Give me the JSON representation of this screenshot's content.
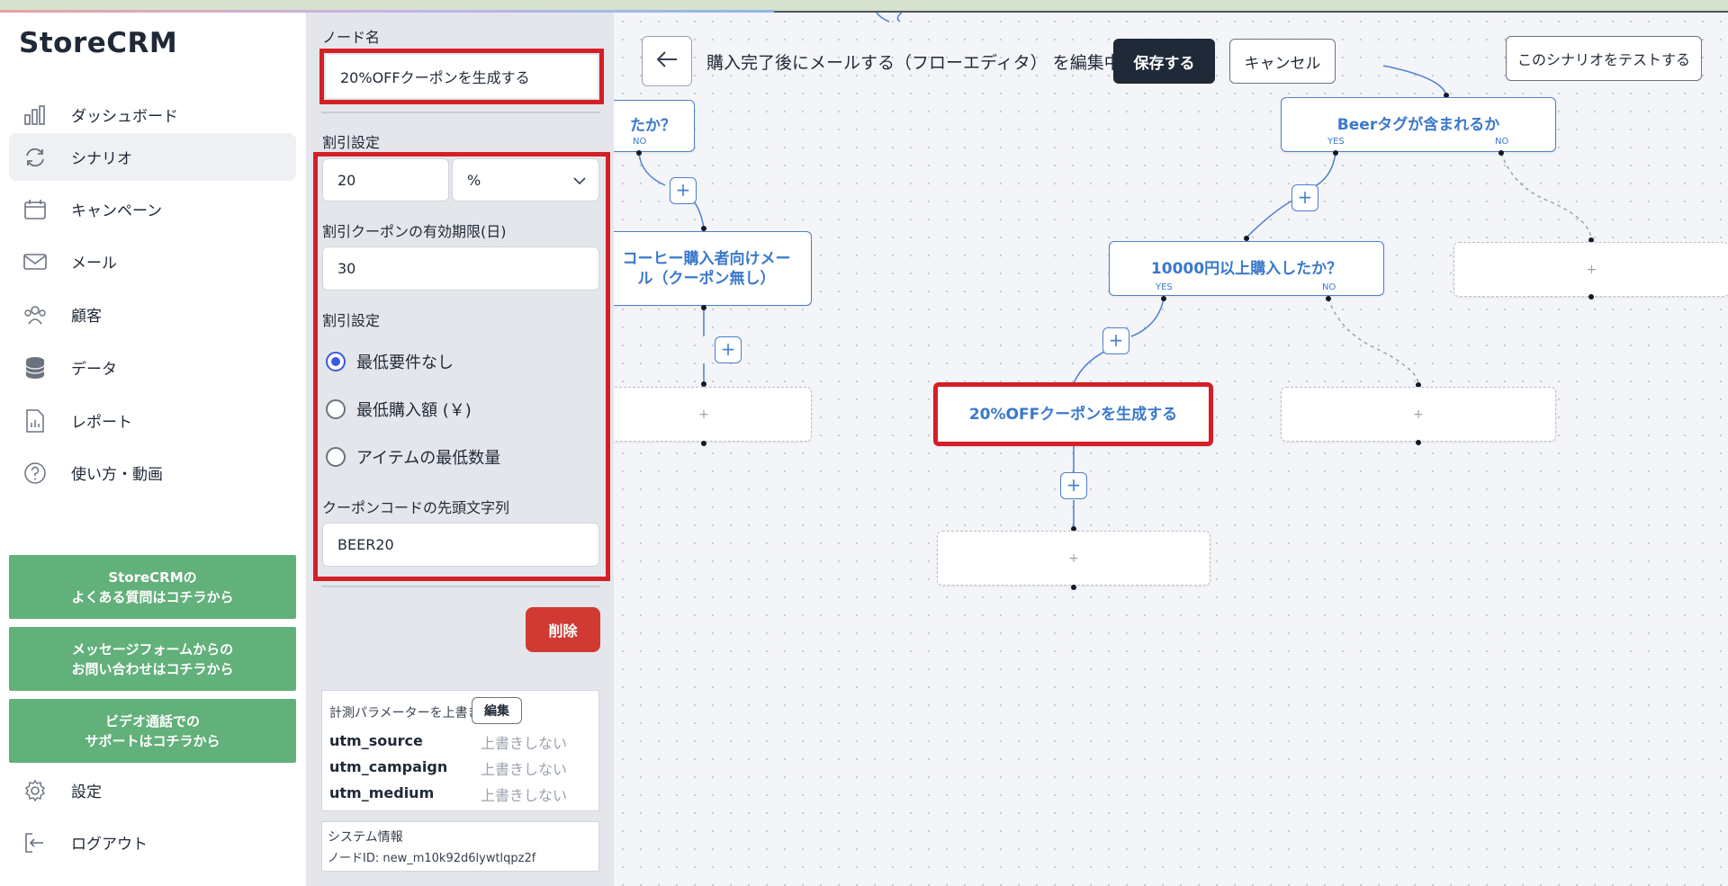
{
  "app": {
    "logo": "StoreCRM"
  },
  "sidebar": {
    "items": [
      {
        "label": "ダッシュボード",
        "icon": "chart-bars-icon"
      },
      {
        "label": "シナリオ",
        "icon": "refresh-cycle-icon",
        "active": true
      },
      {
        "label": "キャンペーン",
        "icon": "calendar-icon"
      },
      {
        "label": "メール",
        "icon": "mail-icon"
      },
      {
        "label": "顧客",
        "icon": "users-icon"
      },
      {
        "label": "データ",
        "icon": "database-icon"
      },
      {
        "label": "レポート",
        "icon": "report-doc-icon"
      },
      {
        "label": "使い方・動画",
        "icon": "help-circle-icon"
      }
    ],
    "help_buttons": [
      {
        "line1": "StoreCRMの",
        "line2": "よくある質問はコチラから"
      },
      {
        "line1": "メッセージフォームからの",
        "line2": "お問い合わせはコチラから"
      },
      {
        "line1": "ビデオ通話での",
        "line2": "サポートはコチラから"
      }
    ],
    "settings_label": "設定",
    "logout_label": "ログアウト"
  },
  "panel": {
    "node_name_label": "ノード名",
    "node_name_value": "20%OFFクーポンを生成する",
    "discount_label": "割引設定",
    "discount_value": "20",
    "discount_unit": "%",
    "expiry_label": "割引クーポンの有効期限(日)",
    "expiry_value": "30",
    "condition_label": "割引設定",
    "conditions": [
      {
        "label": "最低要件なし",
        "checked": true
      },
      {
        "label": "最低購入額 (￥)",
        "checked": false
      },
      {
        "label": "アイテムの最低数量",
        "checked": false
      }
    ],
    "prefix_label": "クーポンコードの先頭文字列",
    "prefix_value": "BEER20",
    "delete_label": "削除",
    "tracking": {
      "title": "計測パラメーターを上書き",
      "edit_label": "編集",
      "rows": [
        {
          "key": "utm_source",
          "value": "上書きしない"
        },
        {
          "key": "utm_campaign",
          "value": "上書きしない"
        },
        {
          "key": "utm_medium",
          "value": "上書きしない"
        }
      ]
    },
    "system": {
      "title": "システム情報",
      "node_id": "ノードID: new_m10k92d6lywtlqpz2f"
    }
  },
  "header": {
    "title": "購入完了後にメールする（フローエディタ） を編集中",
    "save_label": "保存する",
    "cancel_label": "キャンセル",
    "test_label": "このシナリオをテストする"
  },
  "flow": {
    "partial_cond_text": "たか？",
    "partial_cond_no": "NO",
    "coffee_mail": "コーヒー購入者向けメール（クーポン無し）",
    "beer_cond": "Beerタグが含まれるか",
    "amount_cond": "10000円以上購入したか？",
    "coupon_node": "20%OFFクーポンを生成する",
    "yes": "YES",
    "no": "NO",
    "plus": "+",
    "empty_plus": "+"
  }
}
